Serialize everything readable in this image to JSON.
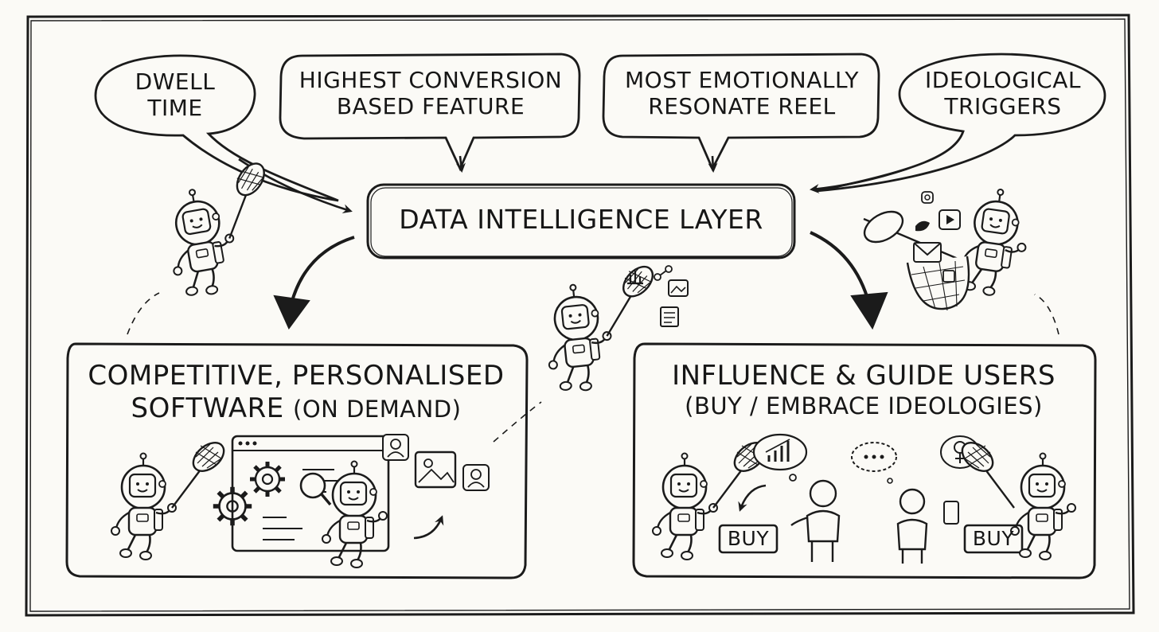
{
  "bubbles": [
    {
      "line1": "DWELL",
      "line2": "TIME"
    },
    {
      "line1": "HIGHEST CONVERSION",
      "line2": "BASED FEATURE"
    },
    {
      "line1": "MOST EMOTIONALLY",
      "line2": "RESONATE REEL"
    },
    {
      "line1": "IDEOLOGICAL",
      "line2": "TRIGGERS"
    }
  ],
  "center": {
    "label": "DATA INTELLIGENCE LAYER"
  },
  "left_panel": {
    "title_line1": "COMPETITIVE, PERSONALISED",
    "title_line2_main": "SOFTWARE",
    "title_line2_paren": "(ON DEMAND)"
  },
  "right_panel": {
    "title_line1": "INFLUENCE & GUIDE USERS",
    "title_line2": "(BUY / EMBRACE IDEOLOGIES)",
    "buy_label_1": "BUY",
    "buy_label_2": "BUY"
  },
  "icons": [
    "astronaut-with-net-icon",
    "gear-icon",
    "browser-window-icon",
    "magnifier-icon",
    "profile-card-icon",
    "image-icon",
    "bar-chart-icon",
    "thought-bubble-icon",
    "chat-bubble-icon",
    "person-icon",
    "phone-icon",
    "envelope-icon",
    "play-button-icon",
    "twitter-bird-icon",
    "female-symbol-icon",
    "net-bag-icon"
  ]
}
